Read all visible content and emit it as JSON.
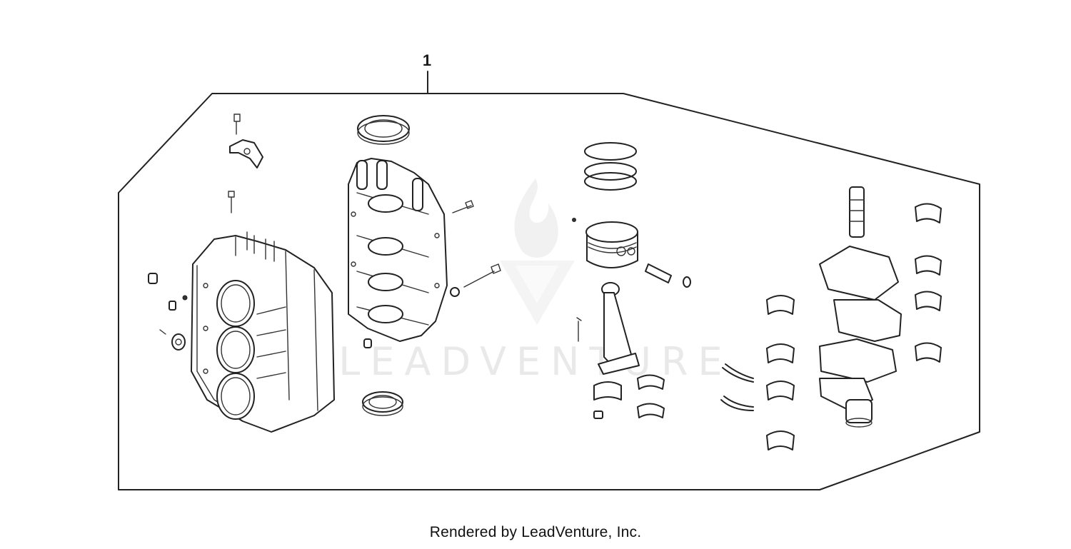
{
  "diagram": {
    "callouts": [
      {
        "id": "1",
        "label": "1"
      }
    ],
    "watermark": {
      "text": "LEADVENTURE",
      "icon": "leadventure-flame-v-logo"
    },
    "footer": {
      "credit": "Rendered by LeadVenture, Inc."
    },
    "parts": [
      "cylinder-block",
      "crankcase",
      "oil-seal-upper",
      "oil-seal-lower",
      "bracket",
      "bolts",
      "dowel-pins",
      "piston-rings",
      "piston",
      "piston-pin",
      "piston-pin-clips",
      "connecting-rod",
      "connecting-rod-bearings",
      "crankshaft",
      "main-bearings",
      "thrust-washers"
    ]
  }
}
